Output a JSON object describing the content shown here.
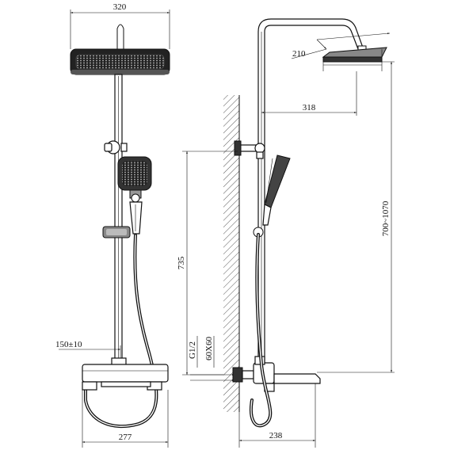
{
  "dimensions": {
    "head_width": "320",
    "head_diameter": "210",
    "arm_reach": "318",
    "height_range": "700~1070",
    "bracket_height": "735",
    "thread": "G1/2",
    "flange": "60X60",
    "inlet_spacing": "150±10",
    "mixer_width": "277",
    "spout_depth": "238"
  },
  "colors": {
    "line": "#111111",
    "fill_dark": "#222222",
    "fill_mid": "#777777",
    "fill_light": "#bbbbbb"
  }
}
